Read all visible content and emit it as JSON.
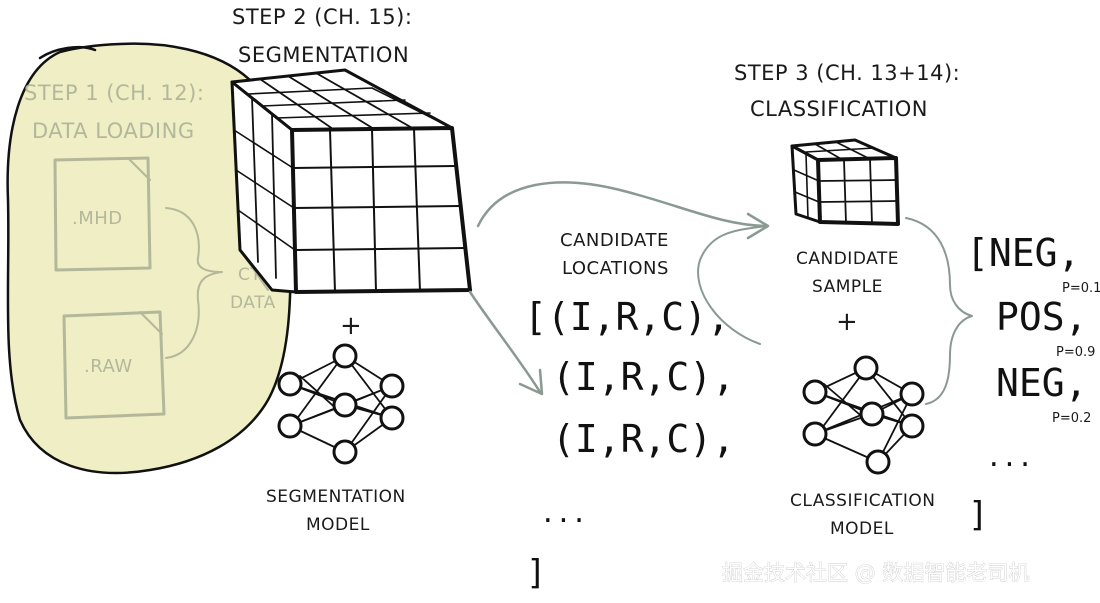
{
  "step1": {
    "title": "STEP 1 (CH. 12):",
    "subtitle": "DATA LOADING",
    "files": [
      ".MHD",
      ".RAW"
    ],
    "ct_label_line1": "CT",
    "ct_label_line2": "DATA"
  },
  "step2": {
    "title": "STEP 2 (CH. 15):",
    "subtitle": "SEGMENTATION",
    "plus": "+",
    "model_line1": "SEGMENTATION",
    "model_line2": "MODEL"
  },
  "candidates": {
    "label_line1": "CANDIDATE",
    "label_line2": "LOCATIONS",
    "items": [
      "[(I,R,C),",
      "(I,R,C),",
      "(I,R,C),"
    ],
    "ellipsis": "...",
    "close": "]"
  },
  "step3": {
    "title": "STEP 3 (CH. 13+14):",
    "subtitle": "CLASSIFICATION",
    "sample_line1": "CANDIDATE",
    "sample_line2": "SAMPLE",
    "plus": "+",
    "model_line1": "CLASSIFICATION",
    "model_line2": "MODEL"
  },
  "results": {
    "items": [
      {
        "label": "[NEG,",
        "prob": "P=0.1"
      },
      {
        "label": "POS,",
        "prob": "P=0.9"
      },
      {
        "label": "NEG,",
        "prob": "P=0.2"
      }
    ],
    "ellipsis": "...",
    "close": "]"
  },
  "watermark": "掘金技术社区 @ 数据智能老司机",
  "colors": {
    "step1_highlight": "#efeec5",
    "ink": "#111111",
    "arrow": "#8a9a92"
  }
}
